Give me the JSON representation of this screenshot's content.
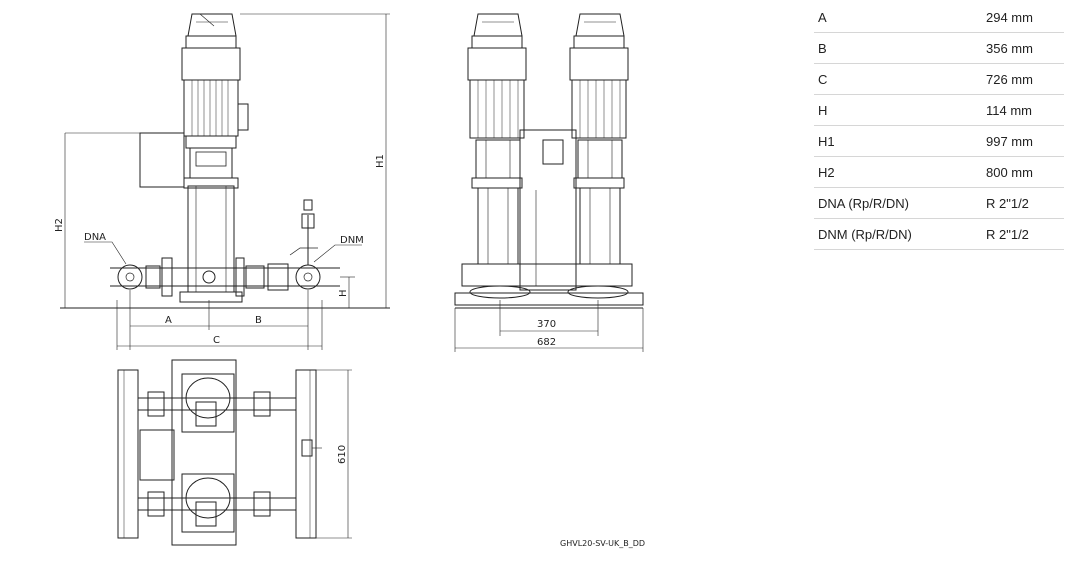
{
  "drawing": {
    "side_view": {
      "labels": {
        "dna": "DNA",
        "dnm": "DNM",
        "h2": "H2",
        "h1": "H1",
        "h": "H"
      },
      "dimensions": {
        "a": "A",
        "b": "B",
        "c": "C"
      }
    },
    "front_view": {
      "dimensions": {
        "inner_width": "370",
        "overall_width": "682"
      }
    },
    "top_view": {
      "dimensions": {
        "depth": "610"
      }
    },
    "drawing_code": "GHVL20-SV-UK_B_DD"
  },
  "specs": [
    {
      "label": "A",
      "value": "294 mm"
    },
    {
      "label": "B",
      "value": "356 mm"
    },
    {
      "label": "C",
      "value": "726 mm"
    },
    {
      "label": "H",
      "value": "114 mm"
    },
    {
      "label": "H1",
      "value": "997 mm"
    },
    {
      "label": "H2",
      "value": "800 mm"
    },
    {
      "label": "DNA (Rp/R/DN)",
      "value": "R 2\"1/2"
    },
    {
      "label": "DNM (Rp/R/DN)",
      "value": "R 2\"1/2"
    }
  ]
}
